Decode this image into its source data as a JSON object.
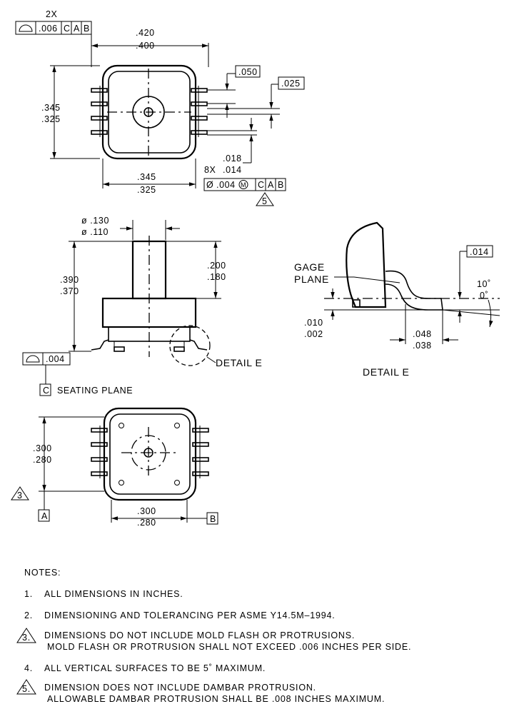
{
  "top_view": {
    "fcf_count": "2X",
    "fcf_tol": ".006",
    "fcf_ref1": "C",
    "fcf_ref2": "A",
    "fcf_ref3": "B",
    "width_max": ".420",
    "width_min": ".400",
    "height_max": ".345",
    "height_min": ".325",
    "body_width_max": ".345",
    "body_width_min": ".325",
    "pitch": ".050",
    "lead_dim": ".025",
    "lead_width_max": ".018",
    "lead_width_min": ".014",
    "lead_count": "8X",
    "pos_tol": ".004",
    "pos_modifier": "M",
    "pos_ref1": "C",
    "pos_ref2": "A",
    "pos_ref3": "B",
    "note_flag": "5"
  },
  "side_view": {
    "port_dia_max": "ø .130",
    "port_dia_min": "ø .110",
    "port_height_max": ".200",
    "port_height_min": ".180",
    "total_height_max": ".390",
    "total_height_min": ".370",
    "flatness_tol": ".004",
    "datum_c": "C",
    "seating_plane": "SEATING PLANE",
    "detail_callout": "DETAIL E"
  },
  "detail": {
    "box_dim": ".014",
    "gage_plane_1": "GAGE",
    "gage_plane_2": "PLANE",
    "angle_max": "10˚",
    "angle_min": "0˚",
    "standoff_max": ".010",
    "standoff_min": ".002",
    "foot_max": ".048",
    "foot_min": ".038",
    "title": "DETAIL E"
  },
  "bottom_view": {
    "height_max": ".300",
    "height_min": ".280",
    "width_max": ".300",
    "width_min": ".280",
    "datum_a": "A",
    "datum_b": "B",
    "note_flag": "3"
  },
  "notes": {
    "heading": "NOTES:",
    "n1_num": "1.",
    "n1": "ALL DIMENSIONS IN INCHES.",
    "n2_num": "2.",
    "n2": "DIMENSIONING AND TOLERANCING PER ASME Y14.5M–1994.",
    "n3_num": "3.",
    "n3a": "DIMENSIONS DO NOT INCLUDE MOLD FLASH OR PROTRUSIONS.",
    "n3b": "MOLD FLASH OR PROTRUSION SHALL NOT EXCEED .006 INCHES PER SIDE.",
    "n4_num": "4.",
    "n4": "ALL VERTICAL SURFACES TO BE 5˚ MAXIMUM.",
    "n5_num": "5.",
    "n5a": "DIMENSION DOES NOT INCLUDE DAMBAR PROTRUSION.",
    "n5b": "ALLOWABLE DAMBAR PROTRUSION SHALL BE .008 INCHES MAXIMUM."
  }
}
